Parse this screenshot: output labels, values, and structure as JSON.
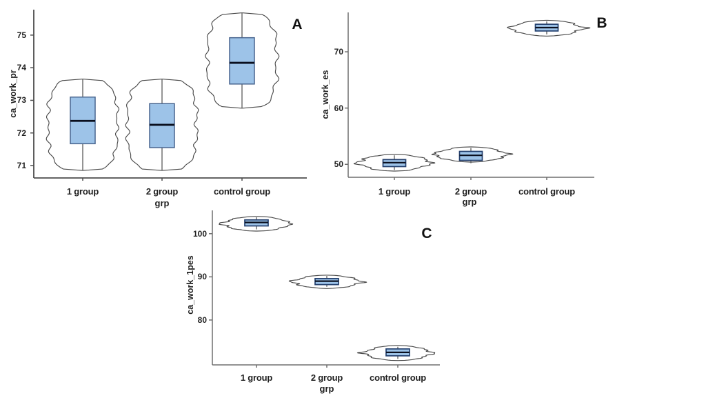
{
  "figure": {
    "background": "#ffffff",
    "description": "Three-panel violin plot figure with inner box plots comparing groups"
  },
  "style": {
    "box_fill": "#9dc3e8",
    "box_border_a": "#49658f",
    "box_border_flat": "#24406e",
    "median_color": "#0a0f1e",
    "violin_outline": "#4a4a4a",
    "violin_fill": "#ffffff",
    "axis_color_a": "#4d4d4d",
    "axis_color_flat": "#6e6e6e",
    "whisker_color": "#5a5a5a",
    "text_color": "#1f1f1f"
  },
  "chart_data": [
    {
      "type": "violin",
      "panel_label": "A",
      "xlabel": "grp",
      "ylabel": "ca_work_pr",
      "categories": [
        "1 group",
        "2 group",
        "control group"
      ],
      "yticks": [
        71,
        72,
        73,
        74,
        75
      ],
      "ylim": [
        70.62,
        75.78
      ],
      "grid": false,
      "legend": "none",
      "groups": [
        {
          "name": "1 group",
          "violin_range": [
            70.85,
            73.65
          ],
          "whiskers": [
            70.85,
            73.65
          ],
          "q1": 71.67,
          "median": 72.37,
          "q3": 73.1
        },
        {
          "name": "2 group",
          "violin_range": [
            70.85,
            73.65
          ],
          "whiskers": [
            70.85,
            73.65
          ],
          "q1": 71.55,
          "median": 72.25,
          "q3": 72.9
        },
        {
          "name": "control group",
          "violin_range": [
            72.76,
            75.68
          ],
          "whiskers": [
            72.76,
            75.68
          ],
          "q1": 73.5,
          "median": 74.15,
          "q3": 74.92
        }
      ]
    },
    {
      "type": "violin",
      "panel_label": "B",
      "xlabel": "grp",
      "ylabel": "ca_work_es",
      "categories": [
        "1 group",
        "2 group",
        "control group"
      ],
      "yticks": [
        50,
        60,
        70
      ],
      "ylim": [
        47.7,
        77.0
      ],
      "grid": false,
      "legend": "none",
      "groups": [
        {
          "name": "1 group",
          "violin_range": [
            48.8,
            51.8
          ],
          "whiskers": [
            49.0,
            51.6
          ],
          "q1": 49.6,
          "median": 50.3,
          "q3": 50.85
        },
        {
          "name": "2 group",
          "violin_range": [
            50.4,
            53.1
          ],
          "whiskers": [
            50.2,
            52.9
          ],
          "q1": 50.7,
          "median": 51.6,
          "q3": 52.3
        },
        {
          "name": "control group",
          "violin_range": [
            72.8,
            75.6
          ],
          "whiskers": [
            73.1,
            75.4
          ],
          "q1": 73.7,
          "median": 74.3,
          "q3": 74.9
        }
      ]
    },
    {
      "type": "violin",
      "panel_label": "C",
      "xlabel": "grp",
      "ylabel": "ca_work_1pes",
      "categories": [
        "1 group",
        "2 group",
        "control group"
      ],
      "yticks": [
        80,
        90,
        100
      ],
      "ylim": [
        69.6,
        105.4
      ],
      "grid": false,
      "legend": "none",
      "groups": [
        {
          "name": "1 group",
          "violin_range": [
            100.6,
            104.0
          ],
          "whiskers": [
            101.0,
            103.8
          ],
          "q1": 101.8,
          "median": 102.6,
          "q3": 103.2
        },
        {
          "name": "2 group",
          "violin_range": [
            87.3,
            90.4
          ],
          "whiskers": [
            87.7,
            90.2
          ],
          "q1": 88.2,
          "median": 89.0,
          "q3": 89.6
        },
        {
          "name": "control group",
          "violin_range": [
            70.6,
            74.1
          ],
          "whiskers": [
            71.0,
            73.8
          ],
          "q1": 71.7,
          "median": 72.5,
          "q3": 73.3
        }
      ]
    }
  ]
}
